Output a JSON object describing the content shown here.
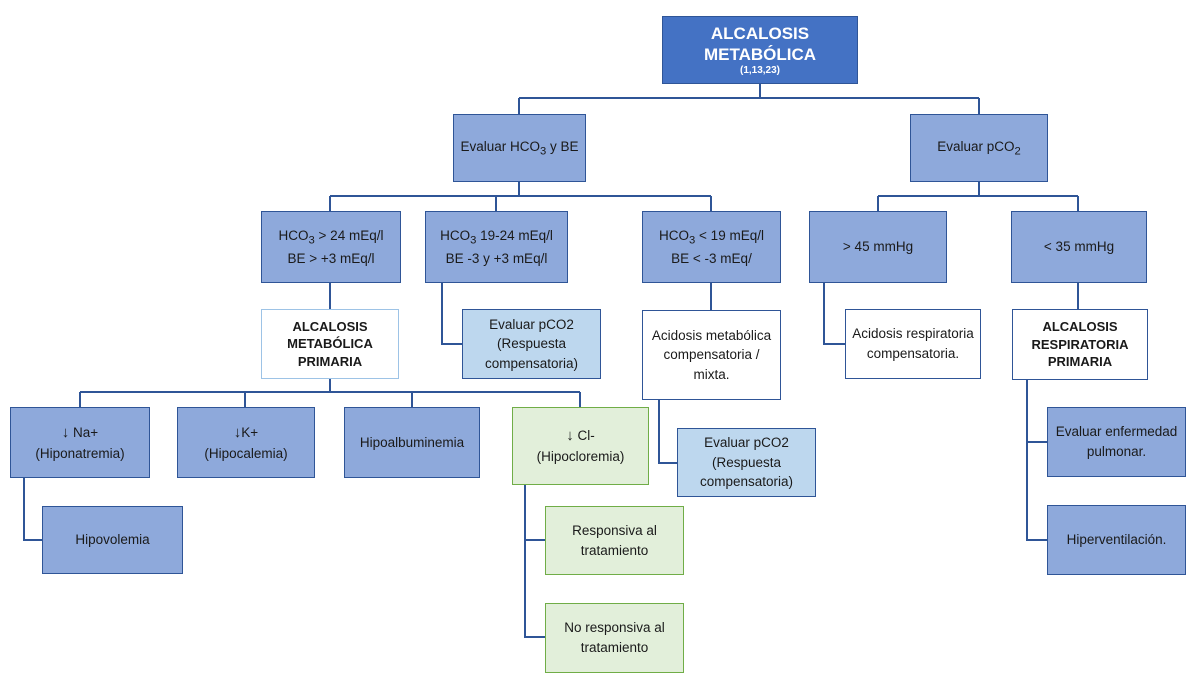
{
  "root": {
    "line1": "ALCALOSIS",
    "line2": "METABÓLICA",
    "ref": "(1,13,23)"
  },
  "evaluar_hco3": {
    "pre": "Evaluar HCO",
    "sub": "3",
    "post": " y BE"
  },
  "evaluar_pco2": {
    "pre": "Evaluar pCO",
    "sub": "2"
  },
  "hco3_high": {
    "l1_pre": "HCO",
    "l1_sub": "3",
    "l1_post": " > 24 mEq/l",
    "l2": "BE > +3 mEq/l"
  },
  "hco3_normal": {
    "l1_pre": "HCO",
    "l1_sub": "3",
    "l1_post": " 19-24 mEq/l",
    "l2": "BE -3 y +3 mEq/l"
  },
  "hco3_low": {
    "l1_pre": "HCO",
    "l1_sub": "3",
    "l1_post": " < 19 mEq/l",
    "l2": "BE < -3 mEq/"
  },
  "pco2_high": {
    "text": "> 45 mmHg"
  },
  "pco2_low": {
    "text": "< 35 mmHg"
  },
  "alc_met_primaria": {
    "l1": "ALCALOSIS",
    "l2": "METABÓLICA",
    "l3": "PRIMARIA"
  },
  "eval_pco2_a": {
    "l1": "Evaluar pCO2",
    "l2": "(Respuesta",
    "l3": "compensatoria)"
  },
  "acidosis_met": {
    "l1": "Acidosis metabólica",
    "l2": "compensatoria /",
    "l3": "mixta."
  },
  "eval_pco2_b": {
    "l1": "Evaluar pCO2",
    "l2": "(Respuesta",
    "l3": "compensatoria)"
  },
  "acidosis_resp": {
    "l1": "Acidosis respiratoria",
    "l2": "compensatoria."
  },
  "alc_resp_primaria": {
    "l1": "ALCALOSIS",
    "l2": "RESPIRATORIA",
    "l3": "PRIMARIA"
  },
  "na": {
    "arrow": "↓",
    "l1": " Na+",
    "l2": "(Hiponatremia)"
  },
  "k": {
    "arrow": "↓",
    "l1": "K+",
    "l2": "(Hipocalemia)"
  },
  "hipoalb": {
    "text": "Hipoalbuminemia"
  },
  "cl": {
    "arrow": "↓",
    "l1": " Cl-",
    "l2": "(Hipocloremia)"
  },
  "hipovolemia": {
    "text": "Hipovolemia"
  },
  "responsiva": {
    "l1": "Responsiva al",
    "l2": "tratamiento"
  },
  "no_responsiva": {
    "l1": "No responsiva al",
    "l2": "tratamiento"
  },
  "eval_enf_pulm": {
    "l1": "Evaluar enfermedad",
    "l2": "pulmonar."
  },
  "hiperventilacion": {
    "text": "Hiperventilación."
  },
  "colors": {
    "title": "#4472C4",
    "dark": "#8EA9DB",
    "light": "#BDD7EE",
    "green_fill": "#E2EFDA",
    "green_border": "#70AD47",
    "line": "#2F5597"
  }
}
